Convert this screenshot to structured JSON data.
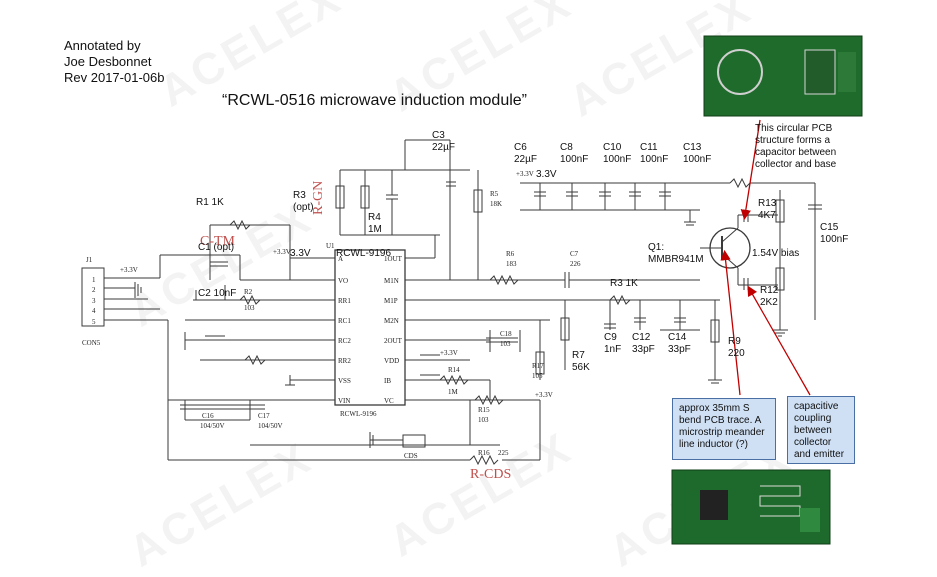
{
  "header": {
    "line1": "Annotated by",
    "line2": "Joe Desbonnet",
    "line3": "Rev 2017-01-06b"
  },
  "title": "“RCWL-0516 microwave induction module”",
  "watermark": "ACELEX",
  "colors": {
    "schematic": "#3a3a3a",
    "red": "#c0504d",
    "annotation_line": "#c00000",
    "box_fill": "#cfe0f5",
    "box_border": "#4a6fa5"
  },
  "ic": {
    "name": "RCWL-9196",
    "ref": "U1",
    "part": "RCWL-9196",
    "left_pins": [
      "A",
      "VO",
      "RR1",
      "RC1",
      "RC2",
      "RR2",
      "VSS",
      "VIN"
    ],
    "right_pins": [
      "1OUT",
      "M1N",
      "M1P",
      "M2N",
      "2OUT",
      "VDD",
      "IB",
      "VC"
    ]
  },
  "connector": {
    "ref": "J1",
    "pins": [
      "1",
      "2",
      "3",
      "4",
      "5"
    ],
    "label": "CON5"
  },
  "labels": {
    "c3": "C3",
    "c3v": "22µF",
    "c6": "C6",
    "c6v": "22µF",
    "c8": "C8",
    "c8v": "100nF",
    "c10": "C10",
    "c10v": "100nF",
    "c11": "C11",
    "c11v": "100nF",
    "c13": "C13",
    "c13v": "100nF",
    "r3": "R3",
    "r3n": "(opt)",
    "r4": "R4",
    "r4v": "1M",
    "r1": "R1 1K",
    "c1": "C1 (opt)",
    "c2": "C2 10nF",
    "v33a": "3.3V",
    "v33b": "3.3V",
    "r7": "R7",
    "r7v": "56K",
    "r3b": "R3 1K",
    "c9": "C9",
    "c9v": "1nF",
    "c12": "C12",
    "c12v": "33pF",
    "c14": "C14",
    "c14v": "33pF",
    "r9": "R9",
    "r9v": "220",
    "q1": "Q1:",
    "q1v": "MMBR941M",
    "bias": "1.54V bias",
    "r13": "R13",
    "r13v": "4K7",
    "r12": "R12",
    "r12v": "2K2",
    "c15": "C15",
    "c15v": "100nF",
    "rgn": "R-GN",
    "ctm": "C-TM",
    "rcds": "R-CDS"
  },
  "small_labels": {
    "r2": "R2",
    "r2v": "103",
    "r5": "R5",
    "r5v": "18K",
    "r6": "R6",
    "r6v": "183",
    "c7": "C7",
    "c7v": "226",
    "c16": "C16",
    "c16v": "104/50V",
    "c17": "C17",
    "c17v": "104/50V",
    "cds": "CDS",
    "r14": "R14",
    "r14v": "1M",
    "r15": "R15",
    "r15v": "103",
    "r16": "R16",
    "r16v": "225",
    "r17": "R17",
    "r17v": "105",
    "c18": "C18",
    "c18v": "103",
    "plus33": "+3.3V"
  },
  "notes": {
    "circular": "This circular  PCB structure forms a capacitor between collector and base",
    "microstrip": "approx 35mm S bend PCB trace. A microstrip meander line inductor (?)",
    "capacitive": "capacitive coupling between collector and emitter"
  }
}
